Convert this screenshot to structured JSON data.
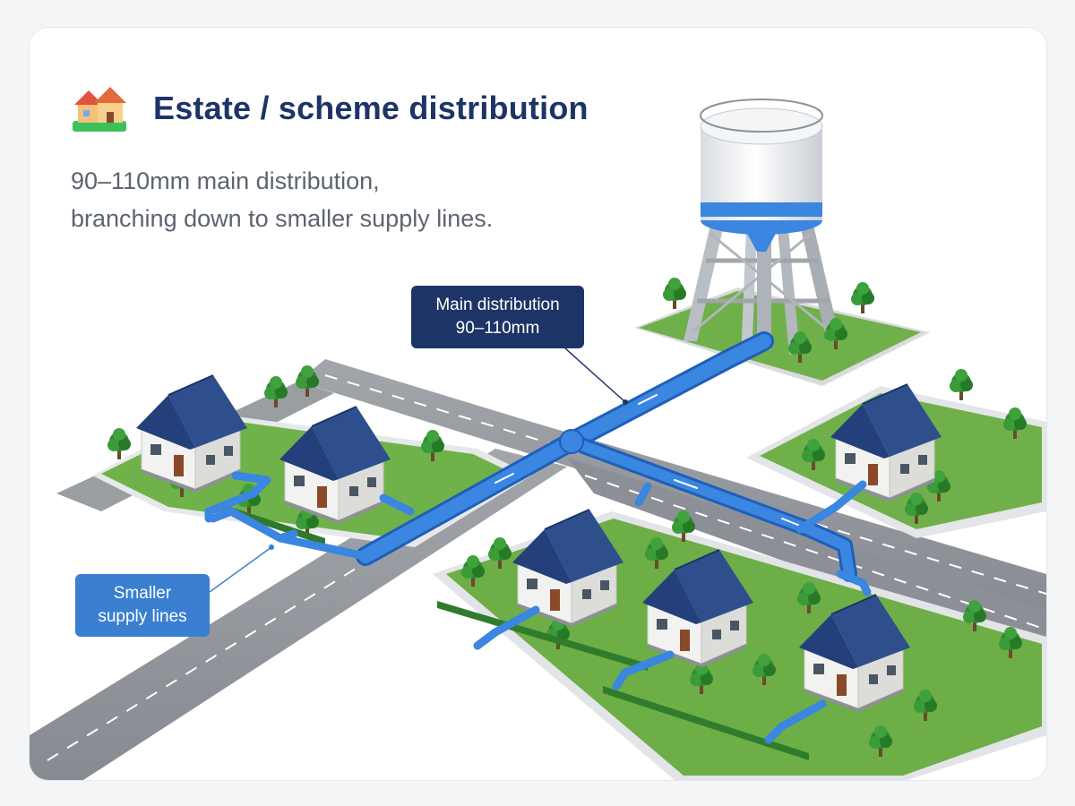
{
  "header": {
    "icon": "houses-icon",
    "title": "Estate / scheme distribution",
    "subtitle_line1": "90–110mm main distribution,",
    "subtitle_line2": "branching down to smaller supply lines."
  },
  "labels": {
    "main": {
      "line1": "Main distribution",
      "line2": "90–110mm"
    },
    "small": {
      "line1": "Smaller",
      "line2": "supply lines"
    }
  },
  "colors": {
    "title": "#1d3466",
    "pipe": "#3a86e0",
    "pipe_dark": "#1f5fb8",
    "grass": "#6fb24a",
    "road": "#8f949a",
    "roof": "#2f4f8c",
    "callout_main": "#1d3466",
    "callout_small": "#3b7fd0"
  }
}
